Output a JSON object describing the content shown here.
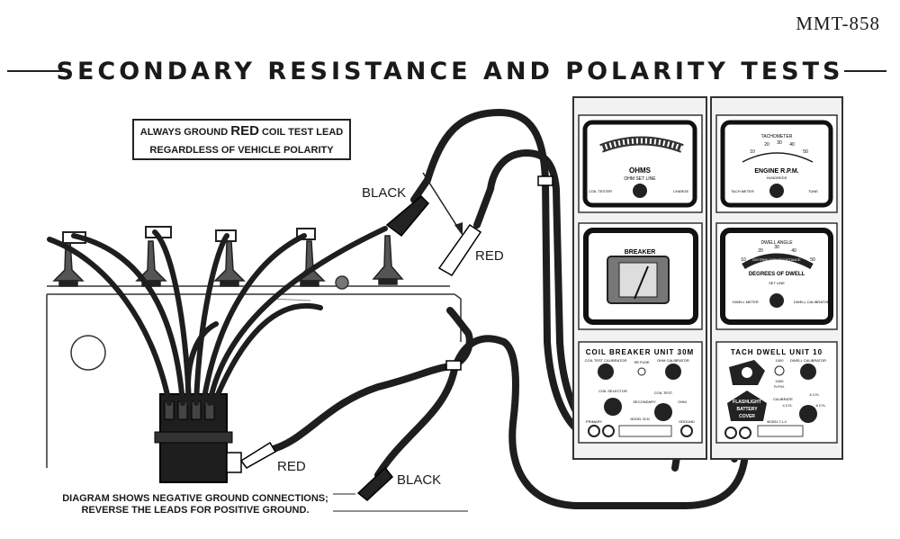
{
  "doc_id": "MMT-858",
  "title": "SECONDARY RESISTANCE AND POLARITY TESTS",
  "callout": {
    "before": "ALWAYS GROUND ",
    "red": "RED",
    "after": " COIL TEST LEAD",
    "line2": "REGARDLESS OF VEHICLE POLARITY"
  },
  "labels": {
    "black_top": "BLACK",
    "red_top": "RED",
    "red_bottom": "RED",
    "black_bottom": "BLACK"
  },
  "note": {
    "line1": "DIAGRAM SHOWS NEGATIVE GROUND CONNECTIONS;",
    "line2": "REVERSE THE LEADS FOR POSITIVE GROUND."
  },
  "left_unit": {
    "meter1": {
      "name": "OHMS",
      "sub": "OHM SET LINE",
      "left": "COIL TESTER",
      "right": "CHARGE"
    },
    "meter2": {
      "name": "BREAKER"
    },
    "panel_title": "COIL BREAKER UNIT 30M",
    "ctrl_coil_test_calibrator": "COIL TEST CALIBRATOR",
    "ctrl_sr_fuse": "SR FUSE",
    "ctrl_ohm_calibrator": "OHM CALIBRATOR",
    "ctrl_coil_selector": "COIL SELECTOR",
    "ctrl_coil_test": "COIL TEST",
    "ctrl_secondary": "SECONDARY",
    "ctrl_ohm": "OHM",
    "ctrl_primary": "PRIMARY",
    "ctrl_ground": "GROUND",
    "ctrl_model": "MODEL 30 M"
  },
  "right_unit": {
    "meter1": {
      "name": "TACHOMETER",
      "scale": "ENGINE R.P.M.",
      "sub": "HUNDREDS",
      "ticks": [
        "10",
        "20",
        "30",
        "40",
        "50"
      ],
      "left": "TACH METER",
      "right": "TUNE"
    },
    "meter2": {
      "name": "DWELL ANGLE",
      "band": "DISTRIBUTOR RESISTANCE",
      "scale": "DEGREES OF DWELL",
      "set": "SET LINE",
      "ticks": [
        "10",
        "20",
        "30",
        "40",
        "50"
      ],
      "left": "DWELL METER",
      "right": "DWELL CALIBRATOR"
    },
    "panel_title": "TACH DWELL UNIT 10",
    "ctrl_dwell_calibrator": "DWELL CALIBRATOR",
    "ctrl_1000": "1000",
    "ctrl_1000b": "1000",
    "ctrl_rpm": "R.P.M.",
    "ctrl_flashlight": "FLASHLIGHT",
    "ctrl_battery": "BATTERY",
    "ctrl_cover": "COVER",
    "ctrl_calibrate": "CALIBRATE",
    "ctrl_6cyl": "6 CYL",
    "ctrl_4cyl": "4 CYL",
    "ctrl_8cyl": "8 CYL",
    "ctrl_model": "MODEL T-1-0"
  }
}
